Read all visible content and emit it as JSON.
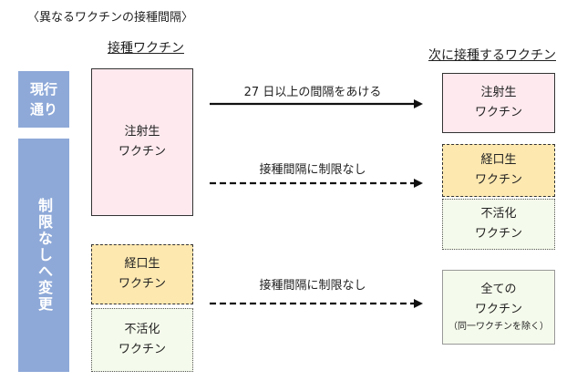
{
  "title": "〈異なるワクチンの接種間隔〉",
  "columns": {
    "left": "接種ワクチン",
    "right": "次に接種するワクチン"
  },
  "side_labels": {
    "current": [
      "現行",
      "通り"
    ],
    "changed": "制限なしへ変更"
  },
  "left_boxes": {
    "injection": [
      "注射生",
      "ワクチン"
    ],
    "oral": [
      "経口生",
      "ワクチン"
    ],
    "inactivated": [
      "不活化",
      "ワクチン"
    ]
  },
  "right_boxes": {
    "injection": [
      "注射生",
      "ワクチン"
    ],
    "oral": [
      "経口生",
      "ワクチン"
    ],
    "inactivated": [
      "不活化",
      "ワクチン"
    ],
    "all": [
      "全ての",
      "ワクチン",
      "（同一ワクチンを除く）"
    ]
  },
  "arrows": {
    "a1": "27 日以上の間隔をあける",
    "a2": "接種間隔に制限なし",
    "a3": "接種間隔に制限なし"
  },
  "colors": {
    "side": "#8ea9d8",
    "injection": "#fde9ee",
    "oral": "#fde8b0",
    "inactivated": "#f5fbec"
  }
}
